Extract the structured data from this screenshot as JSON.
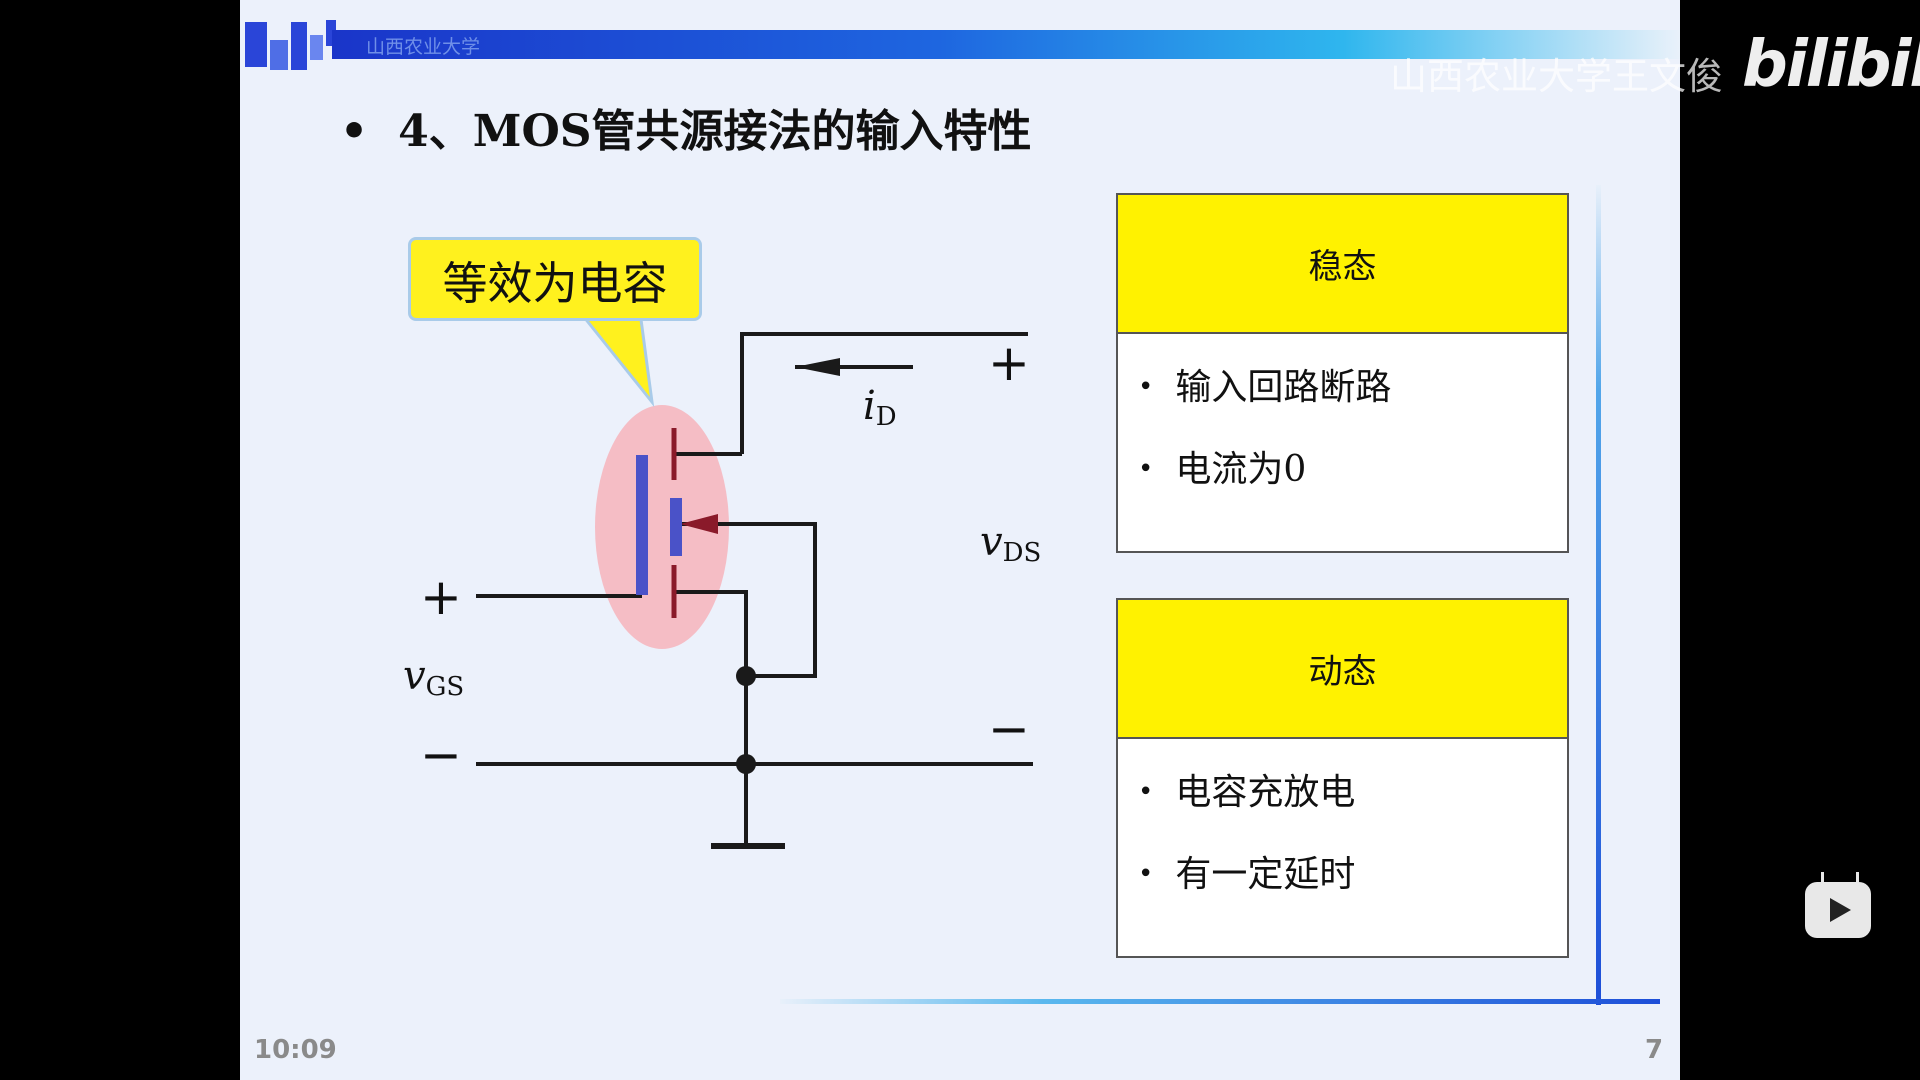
{
  "header": {
    "university": "山西农业大学"
  },
  "slide": {
    "bullet": "•",
    "title": "4、MOS管共源接法的输入特性",
    "callout": "等效为电容",
    "labels": {
      "id_main": "i",
      "id_sub": "D",
      "vds_main": "v",
      "vds_sub": "DS",
      "vgs_main": "v",
      "vgs_sub": "GS",
      "plus": "+",
      "minus": "−"
    },
    "steady": {
      "heading": "稳态",
      "items": [
        "输入回路断路",
        "电流为0"
      ]
    },
    "dynamic": {
      "heading": "动态",
      "items": [
        "电容充放电",
        "有一定延时"
      ]
    },
    "page_number": "7"
  },
  "player": {
    "time": "10:09",
    "watermark": "山西农业大学王文俊",
    "brand": "bilibili"
  },
  "colors": {
    "panel_head": "#fff200",
    "callout": "#fff11e",
    "highlight": "#f6b9c2",
    "gate": "#4a52c8"
  },
  "icons": {
    "play": "play-icon"
  }
}
